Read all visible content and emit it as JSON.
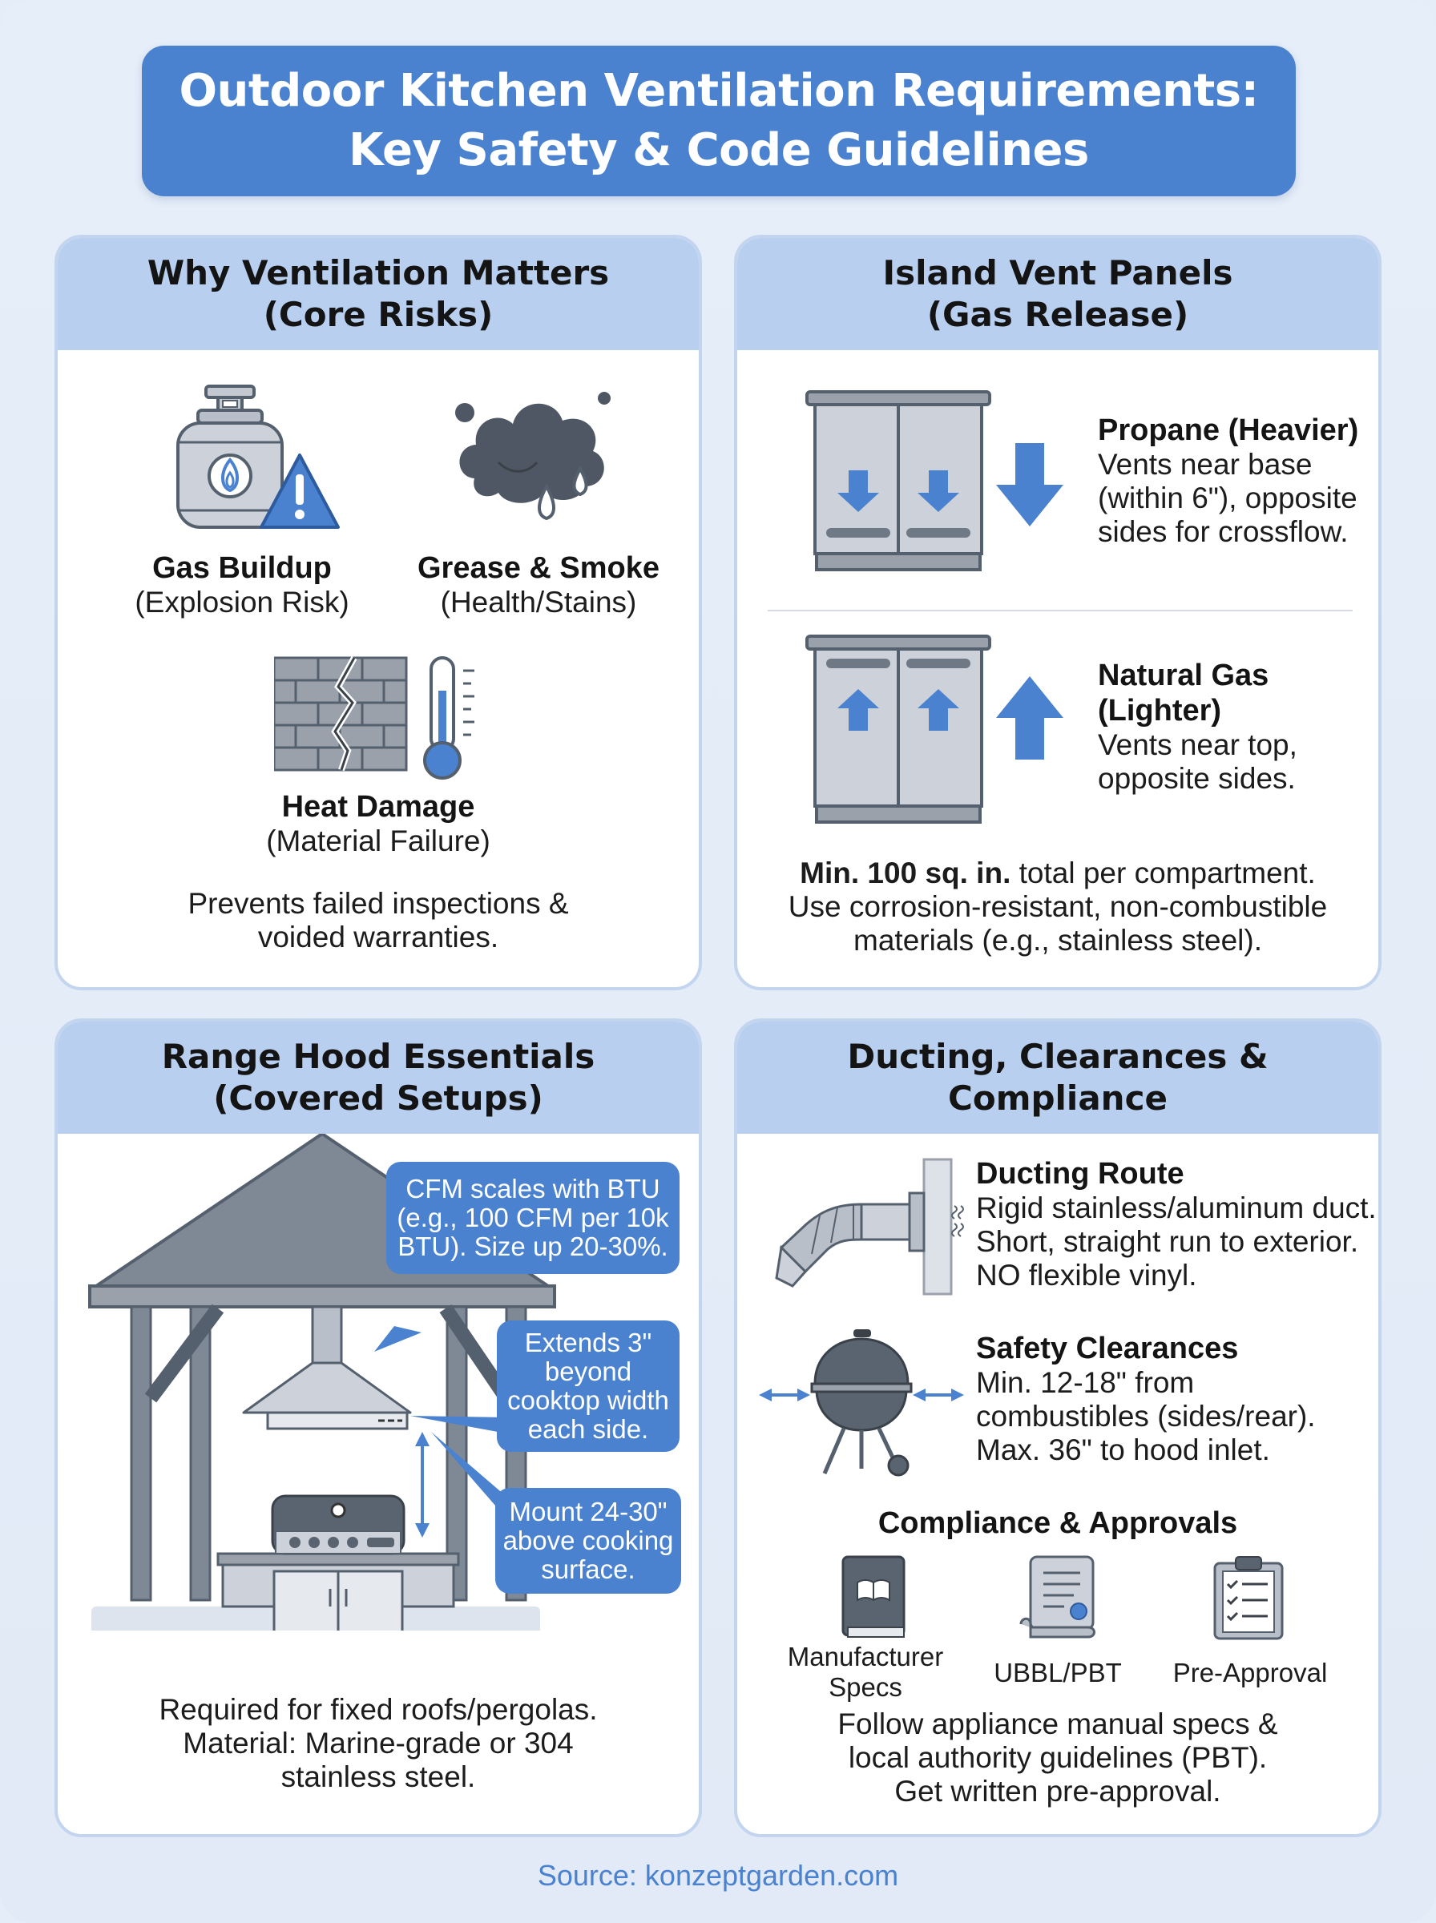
{
  "title": {
    "line1": "Outdoor Kitchen Ventilation Requirements:",
    "line2": "Key Safety & Code Guidelines"
  },
  "why": {
    "heading1": "Why Ventilation Matters",
    "heading2": "(Core Risks)",
    "items": [
      {
        "title": "Gas Buildup",
        "subtitle": "(Explosion Risk)",
        "icon": "propane-tank-warning-icon"
      },
      {
        "title": "Grease & Smoke",
        "subtitle": "(Health/Stains)",
        "icon": "smoke-cloud-icon"
      },
      {
        "title": "Heat Damage",
        "subtitle": "(Material Failure)",
        "icon": "cracked-brick-thermometer-icon"
      }
    ],
    "footer1": "Prevents failed inspections &",
    "footer2": "voided warranties."
  },
  "island": {
    "heading1": "Island Vent Panels",
    "heading2": "(Gas Release)",
    "propane": {
      "title": "Propane (Heavier)",
      "lines": [
        "Vents near base",
        "(within 6\"), opposite",
        "sides for crossflow."
      ]
    },
    "natural": {
      "title1": "Natural Gas",
      "title2": "(Lighter)",
      "lines": [
        "Vents near top,",
        "opposite sides."
      ]
    },
    "note_bold": "Min. 100 sq. in.",
    "note_rest": " total per compartment.",
    "note2": "Use corrosion-resistant, non-combustible",
    "note3": "materials (e.g., stainless steel)."
  },
  "hood": {
    "heading1": "Range Hood Essentials",
    "heading2": "(Covered Setups)",
    "callout_cfm": [
      "CFM scales with BTU",
      "(e.g., 100 CFM per 10k",
      "BTU). Size up 20-30%."
    ],
    "callout_extend": [
      "Extends 3\"",
      "beyond",
      "cooktop width",
      "each side."
    ],
    "callout_mount": [
      "Mount 24-30\"",
      "above cooking",
      "surface."
    ],
    "footer": [
      "Required for fixed roofs/pergolas.",
      "Material: Marine-grade or 304",
      "stainless steel."
    ]
  },
  "ducting": {
    "heading": "Ducting, Clearances & Compliance",
    "route": {
      "title": "Ducting Route",
      "lines": [
        "Rigid stainless/aluminum duct.",
        "Short, straight run to exterior.",
        "NO flexible vinyl."
      ]
    },
    "clearances": {
      "title": "Safety Clearances",
      "lines": [
        "Min. 12-18\" from",
        "combustibles (sides/rear).",
        "Max. 36\" to hood inlet."
      ]
    },
    "compliance_title": "Compliance & Approvals",
    "approvals": [
      {
        "label1": "Manufacturer",
        "label2": "Specs",
        "icon": "manual-book-icon"
      },
      {
        "label1": "UBBL/PBT",
        "label2": "",
        "icon": "scroll-document-icon"
      },
      {
        "label1": "Pre-Approval",
        "label2": "",
        "icon": "clipboard-checklist-icon"
      }
    ],
    "footer": [
      "Follow appliance manual specs &",
      "local authority guidelines (PBT).",
      "Get written pre-approval."
    ]
  },
  "source": "Source: konzeptgarden.com",
  "colors": {
    "accent": "#4a82cf",
    "panel_head": "#b8cff0",
    "background": "#e4edf8",
    "metal": "#b9bfc9"
  }
}
